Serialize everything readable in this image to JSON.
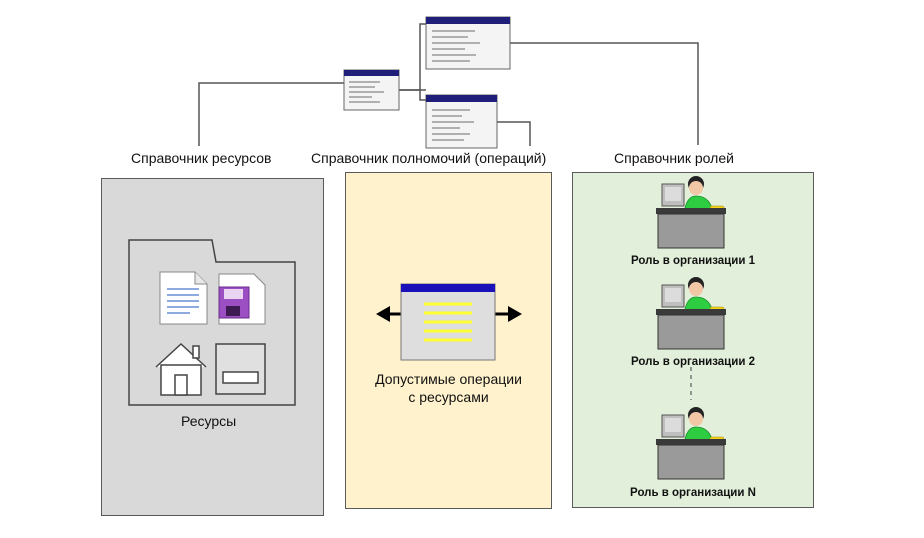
{
  "headers": {
    "resources_directory": "Справочник ресурсов",
    "permissions_directory": "Справочник полномочий (операций)",
    "roles_directory": "Справочник ролей"
  },
  "resources_panel": {
    "label": "Ресурсы"
  },
  "operations_panel": {
    "line1": "Допустимые операции",
    "line2": "с ресурсами"
  },
  "roles_panel": {
    "roles": [
      {
        "label": "Роль в организации 1"
      },
      {
        "label": "Роль в организации 2"
      },
      {
        "label": "Роль в организации N"
      }
    ]
  },
  "colors": {
    "resources_bg": "#d9d9d9",
    "operations_bg": "#fff2cc",
    "roles_bg": "#e2efda",
    "window_titlebar": "#1f1f7a",
    "person_shirt": "#2ecc40",
    "window_lines": "#ffff33"
  }
}
